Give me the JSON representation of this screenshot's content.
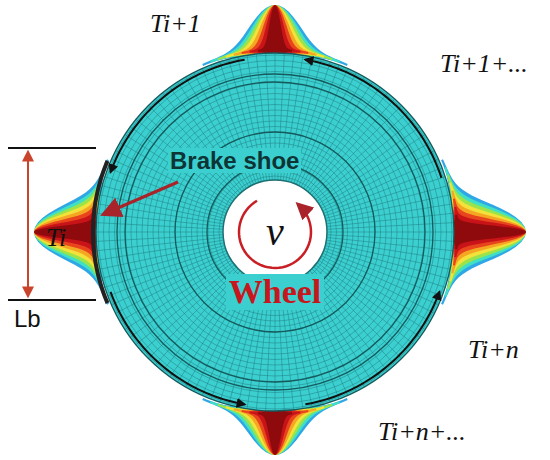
{
  "diagram": {
    "labels": [
      "Ti+1",
      "Ti+1+...",
      "Brake shoe",
      "Ti",
      "Lb",
      "v",
      "Wheel",
      "Ti+n",
      "Ti+n+..."
    ]
  }
}
